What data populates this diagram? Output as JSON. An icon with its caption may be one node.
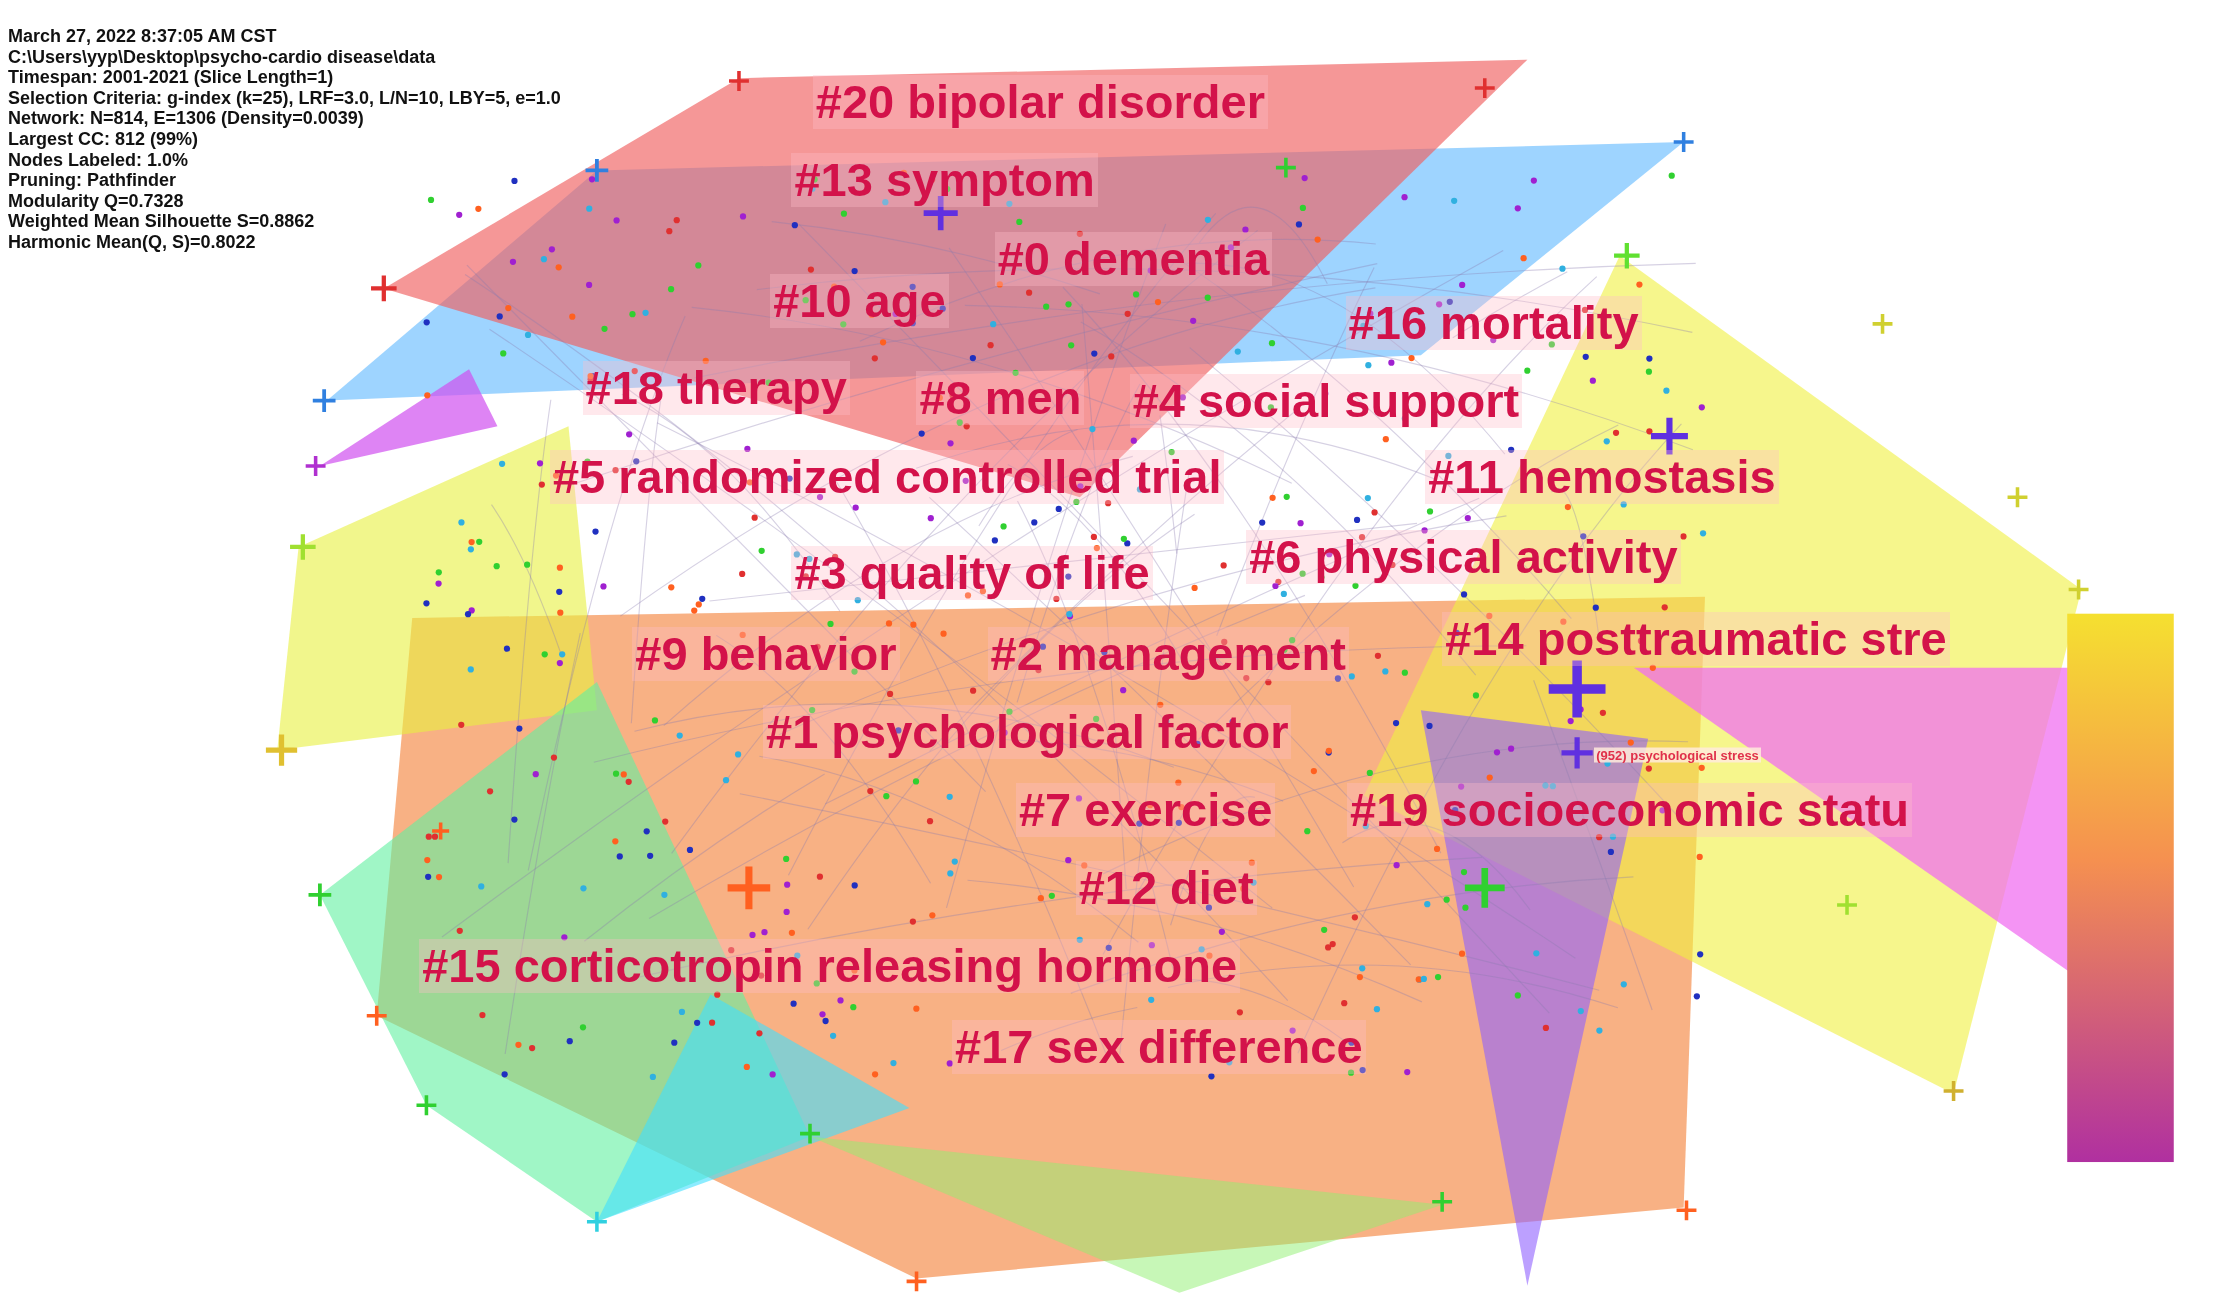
{
  "diagram": {
    "labels": [
      "March 27, 2022 8:37:05 AM CST",
      "C:\\Users\\yyp\\Desktop\\psycho-cardio disease\\data",
      "Timespan: 2001-2021 (Slice Length=1)",
      "Selection Criteria: g-index (k=25), LRF=3.0, L/N=10, LBY=5, e=1.0",
      "Network: N=814, E=1306 (Density=0.0039)",
      "Largest CC: 812 (99%)",
      "Nodes Labeled: 1.0%",
      "Pruning: Pathfinder",
      "Modularity Q=0.7328",
      "Weighted Mean Silhouette S=0.8862",
      "Harmonic Mean(Q, S)=0.8022",
      "#20 bipolar disorder",
      "#13 symptom",
      "#0 dementia",
      "#10 age",
      "#16 mortality",
      "#18 therapy",
      "#8 men",
      "#4 social support",
      "#5 randomized controlled trial",
      "#11 hemostasis",
      "#6 physical activity",
      "#3 quality of life",
      "#14 posttraumatic stre",
      "#9 behavior",
      "#2 management",
      "#1 psychological factor",
      "(952) psychological stress",
      "#7 exercise",
      "#19 socioeconomic statu",
      "#12 diet",
      "#15 corticotropin releasing hormone",
      "#17 sex difference"
    ]
  }
}
